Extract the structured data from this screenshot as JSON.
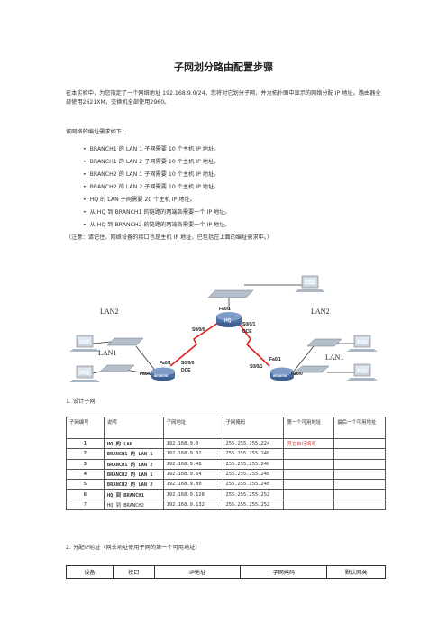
{
  "title": "子网划分路由配置步骤",
  "intro": "在本实验中，为您指定了一个网络地址 192.168.9.0/24，您将对它划分子网，并为拓扑图中显示的网络分配 IP 地址。路由器全部使用2621XM，交换机全部使用2960。",
  "req_heading": "该网络的编址需求如下：",
  "requirements": [
    "BRANCH1 的 LAN 1 子网需要 10 个主机 IP 地址。",
    "BRANCH1 的 LAN 2 子网需要 10 个主机 IP 地址。",
    "BRANCH2 的 LAN 1 子网需要 10 个主机 IP 地址。",
    "BRANCH2 的 LAN 2 子网需要 10 个主机 IP 地址。",
    "HQ 的 LAN 子网需要 20 个主机 IP 地址。",
    "从 HQ 到 BRANCH1 的链路的两端各需要一个 IP 地址。",
    "从 HQ 到 BRANCH2 的链路的两端各需要一个 IP 地址。"
  ],
  "note": "（注意：请记住，网络设备的接口也是主机 IP 地址，已包括在上面的编址需求中。）",
  "topology": {
    "pc1": "PC1",
    "pc2": "PC2",
    "pc3": "PC3",
    "pc4": "PC4",
    "pc5": "PC5",
    "hq": "HQ",
    "branch1": "BRANCH1",
    "branch2": "BRANCH2",
    "lan2_left": "LAN2",
    "lan1_left": "LAN1",
    "lan2_right": "LAN2",
    "lan1_right": "LAN1",
    "hq_fa01": "Fa0/1",
    "hq_s000": "S0/0/0",
    "hq_s001": "S0/0/1",
    "hq_dce": "DCE",
    "b1_fa01": "Fa0/1",
    "b1_fa00": "Fa0/0",
    "b1_s000": "S0/0/0",
    "b1_dce": "DCE",
    "b2_fa01": "Fa0/1",
    "b2_fa00": "Fa0/0",
    "b2_s001": "S0/0/1"
  },
  "section1": "1. 设计子网",
  "table1": {
    "headers": [
      "子网编号",
      "说明",
      "子网地址",
      "子网掩码",
      "第一个可用地址",
      "最后一个可用地址"
    ],
    "rows": [
      {
        "num": "1",
        "desc": "HQ 的 LAN",
        "addr": "192.168.9.0",
        "mask": "255.255.255.224",
        "first": "其它自行填写",
        "last": ""
      },
      {
        "num": "2",
        "desc": "BRANCH1 的 LAN 1",
        "addr": "192.168.9.32",
        "mask": "255.255.255.240",
        "first": "",
        "last": ""
      },
      {
        "num": "3",
        "desc": "BRANCH1 的 LAN 2",
        "addr": "192.168.9.48",
        "mask": "255.255.255.240",
        "first": "",
        "last": ""
      },
      {
        "num": "4",
        "desc": "BRANCH2 的 LAN 1",
        "addr": "192.168.9.64",
        "mask": "255.255.255.240",
        "first": "",
        "last": ""
      },
      {
        "num": "5",
        "desc": "BRANCH2 的 LAN 2",
        "addr": "192.168.9.80",
        "mask": "255.255.255.240",
        "first": "",
        "last": ""
      },
      {
        "num": "6",
        "desc": "HQ 到 BRANCH1",
        "addr": "192.168.9.128",
        "mask": "255.255.255.252",
        "first": "",
        "last": ""
      },
      {
        "num": "7",
        "desc": "HQ 到 BRANCH2",
        "addr": "192.168.9.132",
        "mask": "255.255.255.252",
        "first": "",
        "last": ""
      }
    ]
  },
  "section2": "2. 分配IP地址（网关地址使用子网的第一个可用地址）",
  "table2": {
    "headers": [
      "设备",
      "接口",
      "IP地址",
      "子网掩码",
      "默认网关"
    ]
  },
  "colors": {
    "link_red": "#e0201c",
    "router_blue": "#4a6fa5",
    "switch_gray": "#9aa8b6"
  }
}
